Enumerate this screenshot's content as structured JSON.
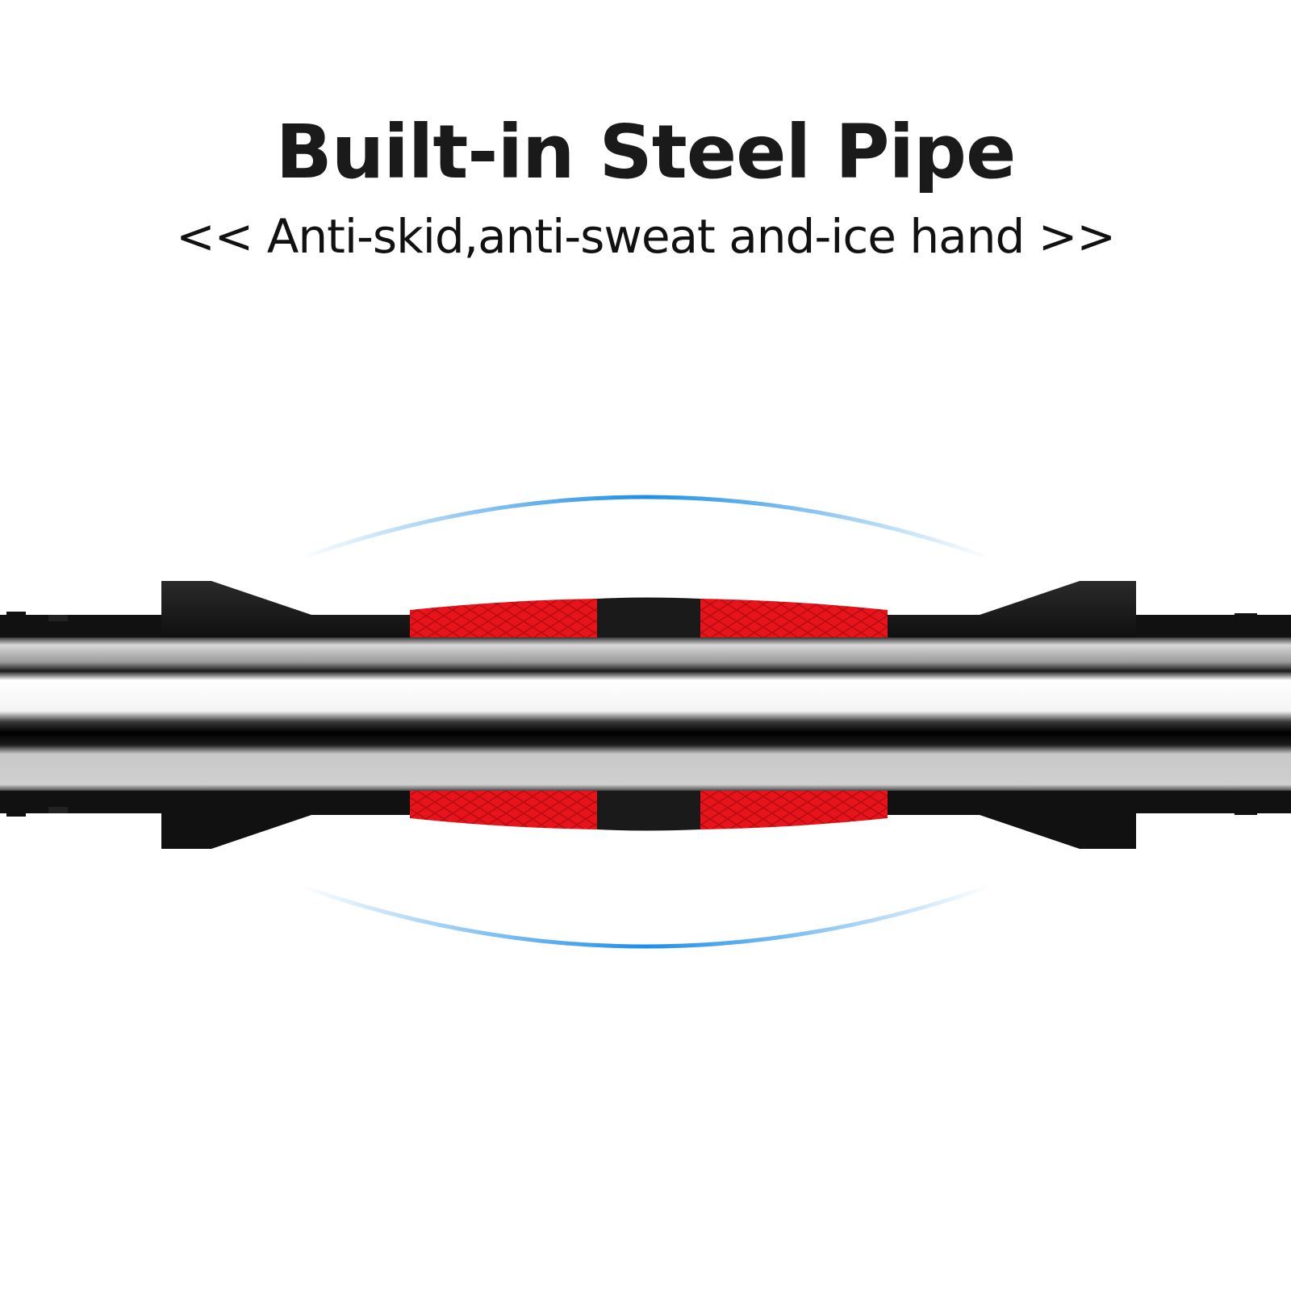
{
  "heading": {
    "title": "Built-in Steel Pipe",
    "subtitle": "<< Anti-skid,anti-sweat and-ice hand >>"
  },
  "illustration": {
    "subject": "steel-pipe-with-grip",
    "colors": {
      "grip_red": "#e8141c",
      "grip_red_dark": "#b80b12",
      "foam_black": "#111111",
      "pipe_highlight": "#ffffff",
      "pipe_mid": "#c8c8c8",
      "pipe_dark": "#0a0a0a",
      "arc_blue": "#1e8fe6"
    }
  }
}
